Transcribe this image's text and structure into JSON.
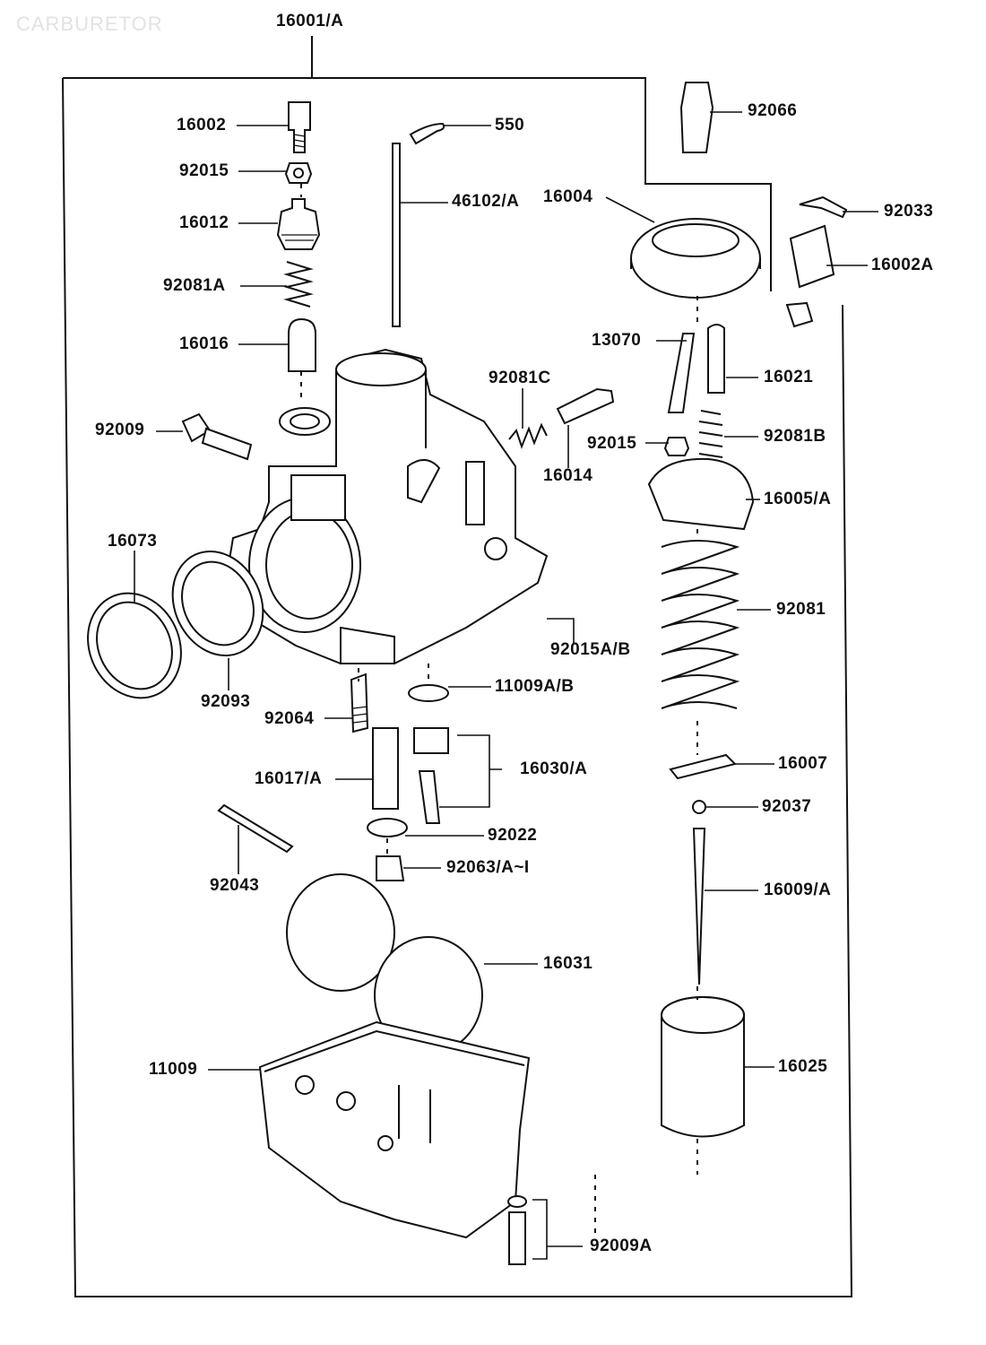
{
  "header": {
    "title": "CARBURETOR"
  },
  "assembly": {
    "label": "16001/A"
  },
  "labels": {
    "p16002": "16002",
    "p92015a": "92015",
    "p16012": "16012",
    "p92081A": "92081A",
    "p16016": "16016",
    "p92009": "92009",
    "p550": "550",
    "p46102": "46102/A",
    "p92081C": "92081C",
    "p16014": "16014",
    "p16073": "16073",
    "p92093": "92093",
    "p92064": "92064",
    "p16017": "16017/A",
    "p11009AB": "11009A/B",
    "p16030": "16030/A",
    "p92022": "92022",
    "p92063": "92063/A~I",
    "p92043": "92043",
    "p16031": "16031",
    "p11009": "11009",
    "p92009A": "92009A",
    "p92015AB": "92015A/B",
    "p92066": "92066",
    "p16004": "16004",
    "p92033": "92033",
    "p16002A": "16002A",
    "p13070": "13070",
    "p16021": "16021",
    "p92015b": "92015",
    "p92081B": "92081B",
    "p16005": "16005/A",
    "p92081": "92081",
    "p16007": "16007",
    "p92037": "92037",
    "p16009": "16009/A",
    "p16025": "16025"
  }
}
